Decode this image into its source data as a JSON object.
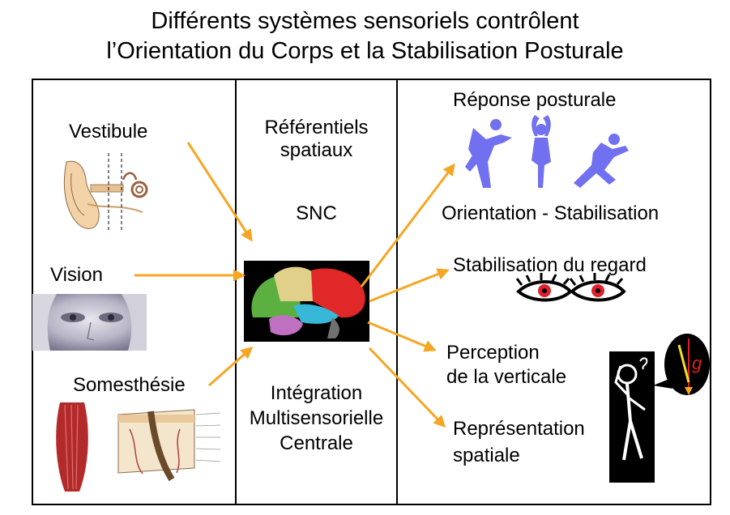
{
  "title": {
    "line1": "Différents systèmes sensoriels contrôlent",
    "line2": "l’Orientation du Corps et la Stabilisation Posturale"
  },
  "inputs": {
    "vestibule": "Vestibule",
    "vision": "Vision",
    "somesthesie": "Somesthésie"
  },
  "center": {
    "referentiels_line1": "Référentiels",
    "referentiels_line2": "spatiaux",
    "snc": "SNC",
    "integration_line1": "Intégration",
    "integration_line2": "Multisensorielle",
    "integration_line3": "Centrale"
  },
  "outputs": {
    "reponse_posturale": "Réponse posturale",
    "orientation_stabilisation": "Orientation - Stabilisation",
    "stabilisation_regard": "Stabilisation du regard",
    "perception_line1": "Perception",
    "perception_line2": "de la verticale",
    "representation_line1": "Représentation",
    "representation_line2": "spatiale",
    "gravity_symbol": "g"
  },
  "colors": {
    "arrow": "#f5a623",
    "figures": "#7070f0",
    "eye_iris": "#e0202a"
  }
}
